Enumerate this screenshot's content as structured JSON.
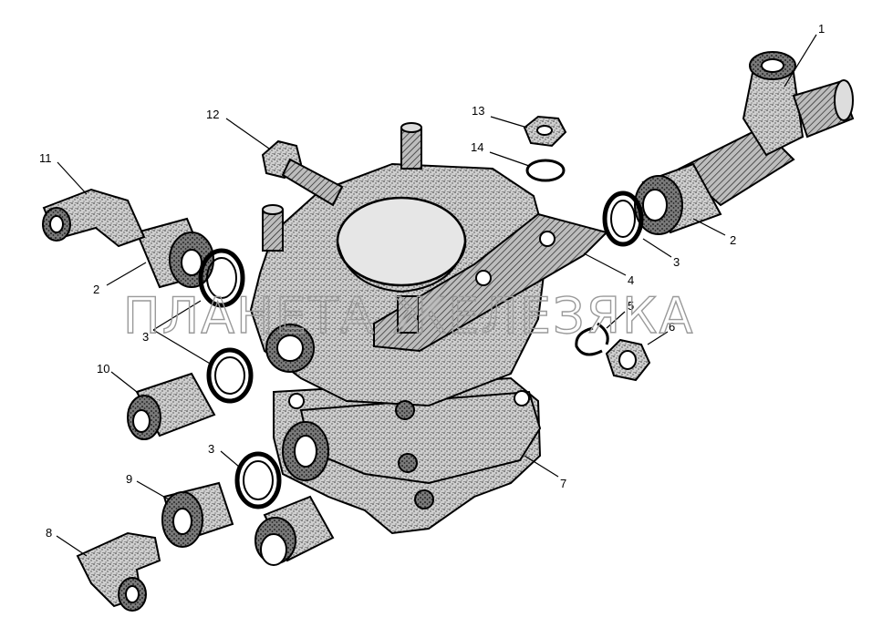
{
  "watermark": "ПЛАНЕТА ЖЕЛЕЗЯКА",
  "callouts": {
    "c1": "1",
    "c2a": "2",
    "c2b": "2",
    "c3a": "3",
    "c3b": "3",
    "c3c": "3",
    "c4": "4",
    "c5": "5",
    "c6": "6",
    "c7": "7",
    "c8": "8",
    "c9": "9",
    "c10": "10",
    "c11": "11",
    "c12": "12",
    "c13": "13",
    "c14": "14"
  },
  "colors": {
    "ink": "#000000",
    "stipple": "#8c8c8c",
    "watermark": "#9a9a9a"
  }
}
